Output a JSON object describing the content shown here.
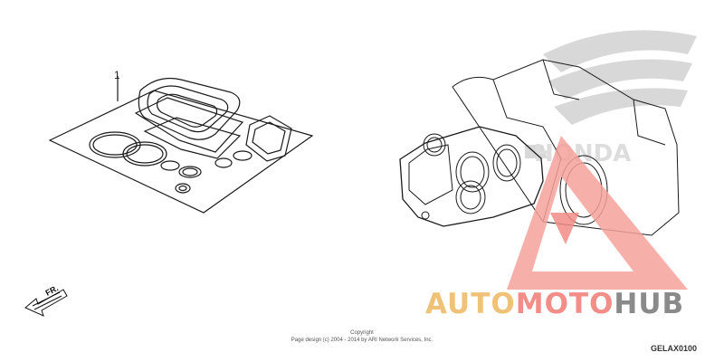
{
  "diagram": {
    "part_number": "1",
    "direction_label": "FR.",
    "copyright_line1": "Copyright",
    "copyright_line2": "Page design (c) 2004 - 2014 by ARI Network Services, Inc.",
    "diagram_code": "GELAX0100"
  },
  "watermark": {
    "part_a": "AUTO",
    "part_b": "MOTO",
    "part_c": "HUB",
    "colors": {
      "auto": "#f0c277",
      "moto": "#f38d87",
      "hub": "#8a8a8a"
    }
  },
  "icons": [
    "front-direction-arrow-icon",
    "honda-wing-logo-icon",
    "triangle-logo-icon"
  ]
}
